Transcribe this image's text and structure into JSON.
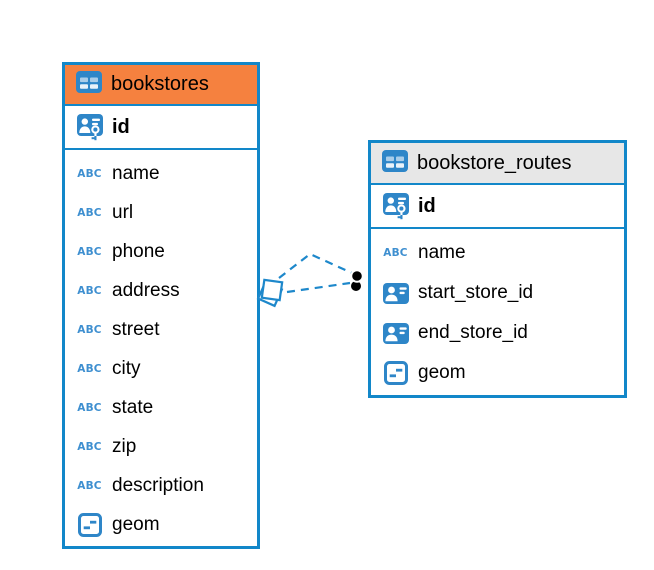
{
  "colors": {
    "table_border": "#1287C9",
    "bookstores_header_bg": "#F5813F",
    "routes_header_bg": "#E7E7E7",
    "icon_blue": "#2E86C8",
    "text_type_blue": "#3E8FD0",
    "relation_line_blue": "#1E88CB",
    "text": "#000000"
  },
  "icons": {
    "table_glyph": "table-grid",
    "text_type_glyph": "ABC",
    "primary_key_glyph": "person-with-key",
    "reference_glyph": "person-card",
    "geometry_glyph": "square-with-dashes"
  },
  "tables": [
    {
      "title": "bookstores",
      "primary_key": {
        "label": "id"
      },
      "columns": [
        {
          "label": "name",
          "type": "text"
        },
        {
          "label": "url",
          "type": "text"
        },
        {
          "label": "phone",
          "type": "text"
        },
        {
          "label": "address",
          "type": "text"
        },
        {
          "label": "street",
          "type": "text"
        },
        {
          "label": "city",
          "type": "text"
        },
        {
          "label": "state",
          "type": "text"
        },
        {
          "label": "zip",
          "type": "text"
        },
        {
          "label": "description",
          "type": "text"
        },
        {
          "label": "geom",
          "type": "geometry"
        }
      ]
    },
    {
      "title": "bookstore_routes",
      "primary_key": {
        "label": "id"
      },
      "columns": [
        {
          "label": "name",
          "type": "text"
        },
        {
          "label": "start_store_id",
          "type": "reference"
        },
        {
          "label": "end_store_id",
          "type": "reference"
        },
        {
          "label": "geom",
          "type": "geometry"
        }
      ]
    }
  ],
  "relationship": {
    "from_table": "bookstores",
    "to_table": "bookstore_routes",
    "line_style": "dashed"
  }
}
